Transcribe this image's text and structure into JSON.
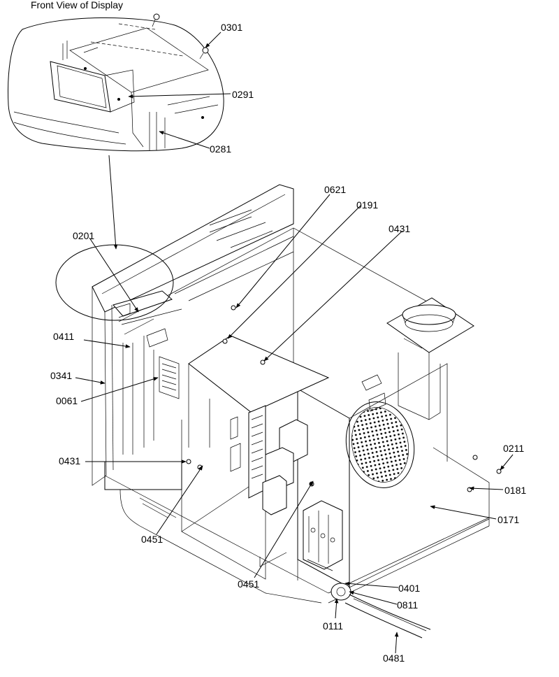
{
  "title": "Front View of Display",
  "labels": {
    "p0301": "0301",
    "p0291": "0291",
    "p0281": "0281",
    "p0621": "0621",
    "p0191": "0191",
    "p0431a": "0431",
    "p0201": "0201",
    "p0411": "0411",
    "p0341": "0341",
    "p0061": "0061",
    "p0431b": "0431",
    "p0451a": "0451",
    "p0451b": "0451",
    "p0211": "0211",
    "p0181": "0181",
    "p0171": "0171",
    "p0401": "0401",
    "p0811": "0811",
    "p0111": "0111",
    "p0481": "0481"
  }
}
